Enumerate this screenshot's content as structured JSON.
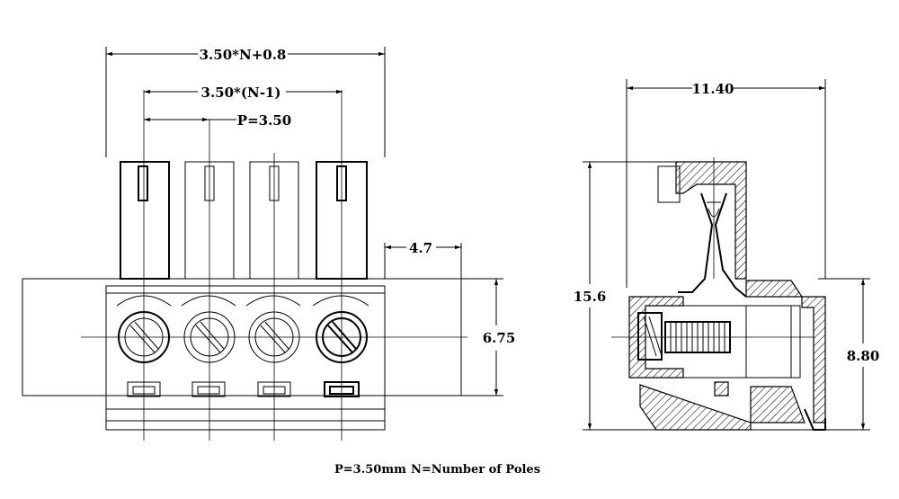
{
  "front_view": {
    "dim_overall": "3.50*N+0.8",
    "dim_span": "3.50*(N-1)",
    "dim_pitch": "P=3.50",
    "dim_depth": "4.7",
    "dim_height": "6.75"
  },
  "side_view": {
    "dim_width": "11.40",
    "dim_total_height": "15.6",
    "dim_body_height": "8.80"
  },
  "caption": {
    "pitch": "P=3.50mm",
    "poles": "N=Number of Poles"
  }
}
